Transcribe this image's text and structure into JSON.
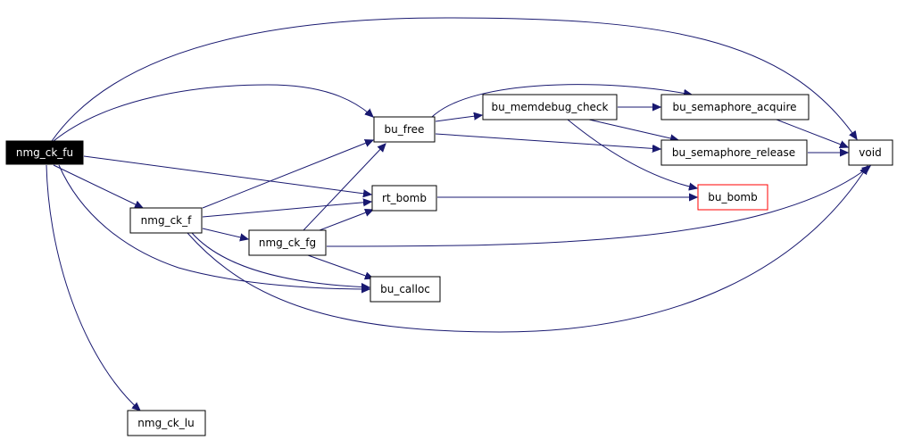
{
  "nodes": {
    "nmg_ck_fu": "nmg_ck_fu",
    "nmg_ck_f": "nmg_ck_f",
    "nmg_ck_fg": "nmg_ck_fg",
    "nmg_ck_lu": "nmg_ck_lu",
    "bu_free": "bu_free",
    "rt_bomb": "rt_bomb",
    "bu_calloc": "bu_calloc",
    "bu_memdebug_check": "bu_memdebug_check",
    "bu_semaphore_acquire": "bu_semaphore_acquire",
    "bu_semaphore_release": "bu_semaphore_release",
    "bu_bomb": "bu_bomb",
    "void": "void"
  },
  "colors": {
    "edge": "#191970",
    "root_fill": "#000000",
    "root_text": "#ffffff",
    "highlight_border": "#ff0000"
  }
}
